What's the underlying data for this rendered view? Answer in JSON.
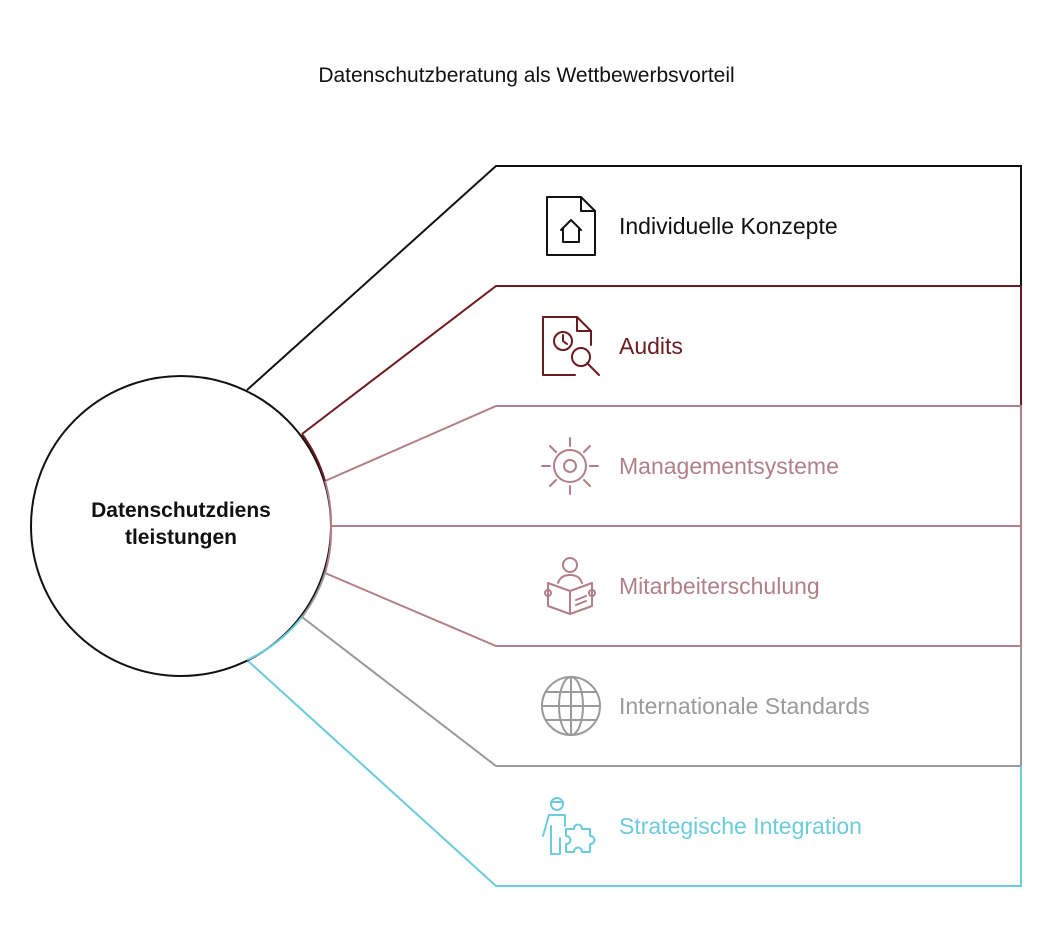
{
  "title": "Datenschutzberatung als Wettbewerbsvorteil",
  "center": {
    "line1": "Datenschutzdiens",
    "line2": "tleistungen"
  },
  "items": [
    {
      "label": "Individuelle Konzepte",
      "icon": "document-home-icon",
      "color": "#111111"
    },
    {
      "label": "Audits",
      "icon": "audit-search-icon",
      "color": "#6b1a1f"
    },
    {
      "label": "Managementsysteme",
      "icon": "gear-icon",
      "color": "#b07f89"
    },
    {
      "label": "Mitarbeiterschulung",
      "icon": "reading-person-icon",
      "color": "#b07f89"
    },
    {
      "label": "Internationale Standards",
      "icon": "globe-icon",
      "color": "#9a9a9a"
    },
    {
      "label": "Strategische Integration",
      "icon": "person-puzzle-icon",
      "color": "#6ccbdc"
    }
  ]
}
